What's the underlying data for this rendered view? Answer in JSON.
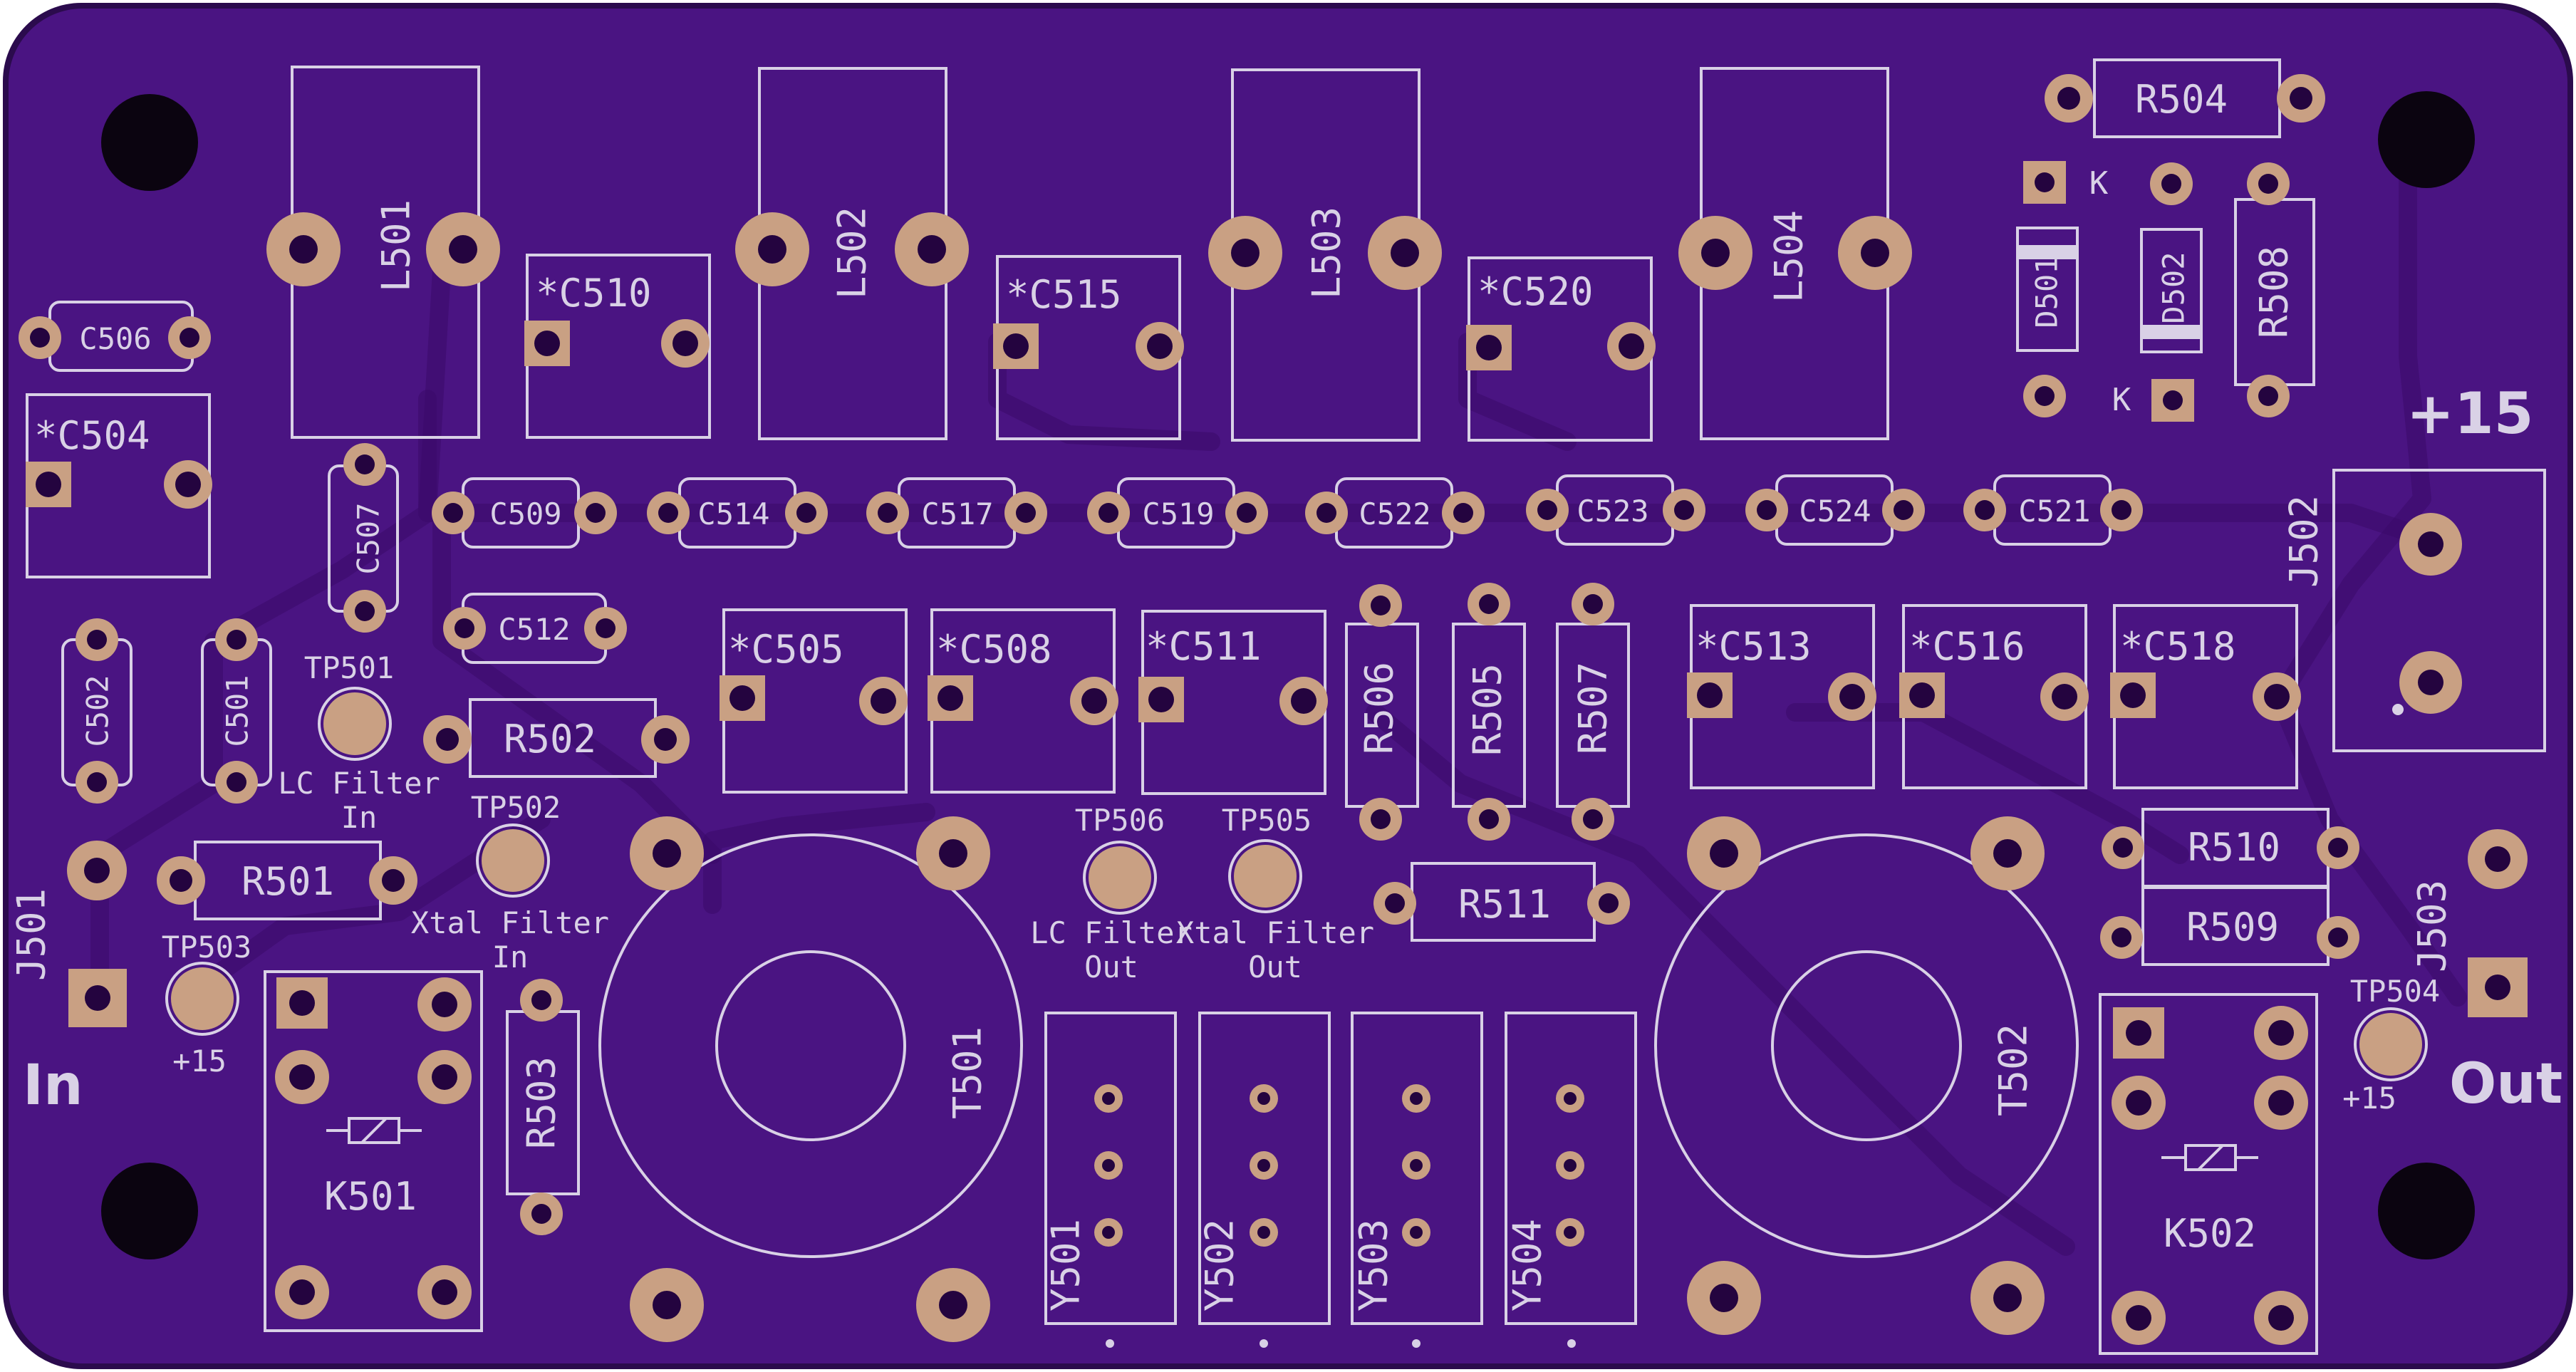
{
  "board": {
    "colors": {
      "substrate": "#4a1482",
      "edge": "#2b0b4d",
      "silkscreen": "#d9d1e6",
      "pad": "#c9a083",
      "hole": "#24043f",
      "mounting_hole": "#0b0410"
    },
    "labels": {
      "in": "In",
      "out": "Out",
      "plus15": "+15"
    },
    "inductors": [
      "L501",
      "L502",
      "L503",
      "L504"
    ],
    "trimmer_caps_top": [
      "*C510",
      "*C515",
      "*C520",
      "*C504"
    ],
    "small_caps_row": [
      "C509",
      "C514",
      "C517",
      "C519",
      "C522",
      "C523",
      "C524",
      "C521"
    ],
    "small_caps_left": [
      "C506",
      "C507",
      "C512",
      "C502",
      "C501"
    ],
    "trimmer_caps_mid": [
      "*C505",
      "*C508",
      "*C511",
      "*C513",
      "*C516",
      "*C518"
    ],
    "resistors": [
      "R501",
      "R502",
      "R503",
      "R504",
      "R505",
      "R506",
      "R507",
      "R508",
      "R509",
      "R510",
      "R511"
    ],
    "diodes": [
      "D501",
      "D502"
    ],
    "diode_cathode_mark": "K",
    "connectors": [
      "J501",
      "J502",
      "J503"
    ],
    "transformers": [
      "T501",
      "T502"
    ],
    "relays": [
      "K501",
      "K502"
    ],
    "crystals": [
      "Y501",
      "Y502",
      "Y503",
      "Y504"
    ],
    "test_points": {
      "tp501": {
        "ref": "TP501",
        "line1": "LC Filter",
        "line2": "In"
      },
      "tp502": {
        "ref": "TP502",
        "line1": "Xtal Filter",
        "line2": "In"
      },
      "tp503": {
        "ref": "TP503",
        "line1": "+15"
      },
      "tp504": {
        "ref": "TP504",
        "line1": "+15"
      },
      "tp505": {
        "ref": "TP505",
        "line1": "Xtal Filter",
        "line2": "Out"
      },
      "tp506": {
        "ref": "TP506",
        "line1": "LC Filter",
        "line2": "Out"
      }
    }
  }
}
